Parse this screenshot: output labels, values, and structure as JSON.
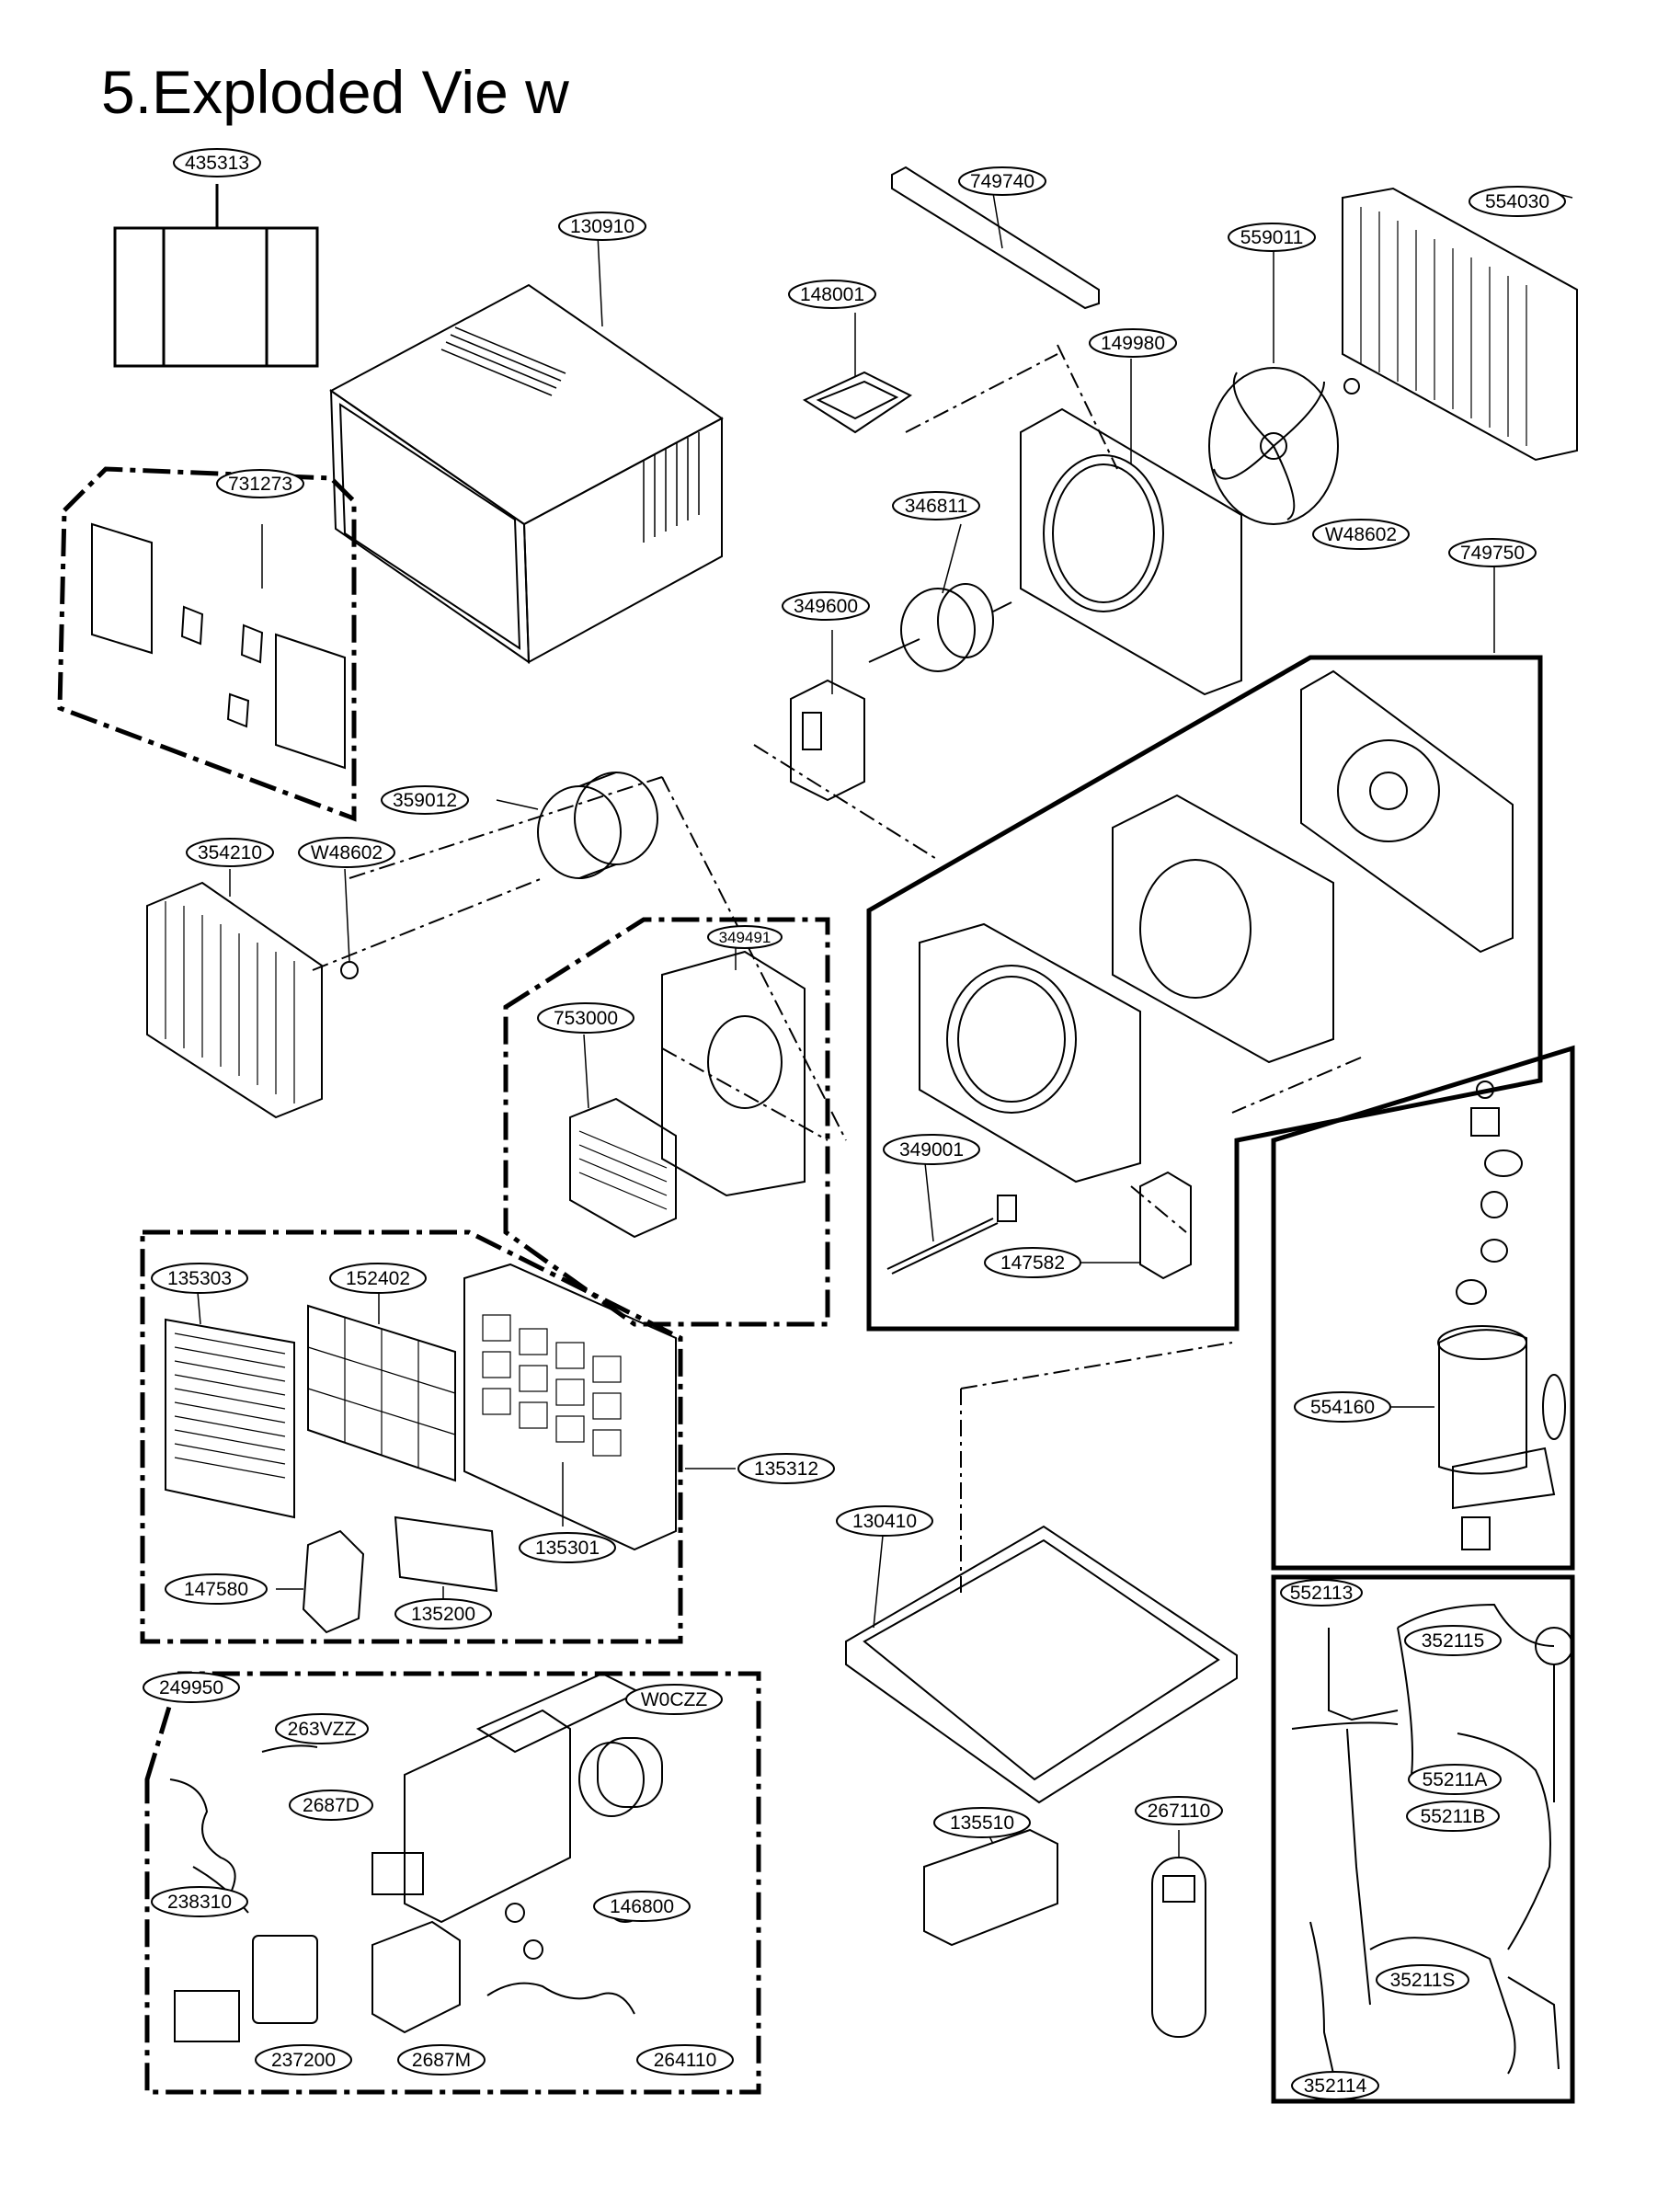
{
  "title": "5.Exploded Vie w",
  "part_labels": [
    "435313",
    "130910",
    "749740",
    "554030",
    "559011",
    "148001",
    "149980",
    "731273",
    "346811",
    "W48602",
    "749750",
    "349600",
    "359012",
    "354210",
    "W48602",
    "349491",
    "753000",
    "349001",
    "147582",
    "135303",
    "152402",
    "135312",
    "554160",
    "135301",
    "130410",
    "147580",
    "135200",
    "552113",
    "352115",
    "249950",
    "263VZZ",
    "W0CZZ",
    "2687D",
    "55211A",
    "55211B",
    "238310",
    "146800",
    "135510",
    "267110",
    "35211S",
    "237200",
    "2687M",
    "264110",
    "352114"
  ]
}
